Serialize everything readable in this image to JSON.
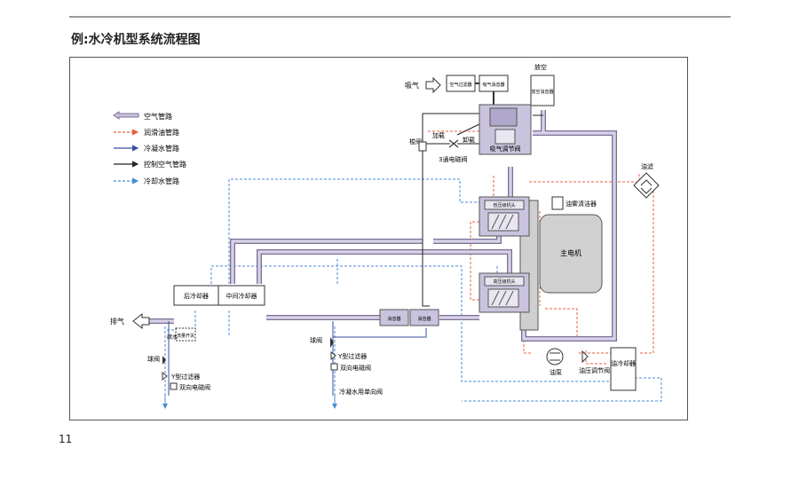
{
  "page": {
    "title": "例:水冷机型系统流程图",
    "number": "11"
  },
  "legend": [
    {
      "key": "air",
      "label": "空气管路"
    },
    {
      "key": "lube",
      "label": "润滑油管路"
    },
    {
      "key": "condensate",
      "label": "冷凝水管路"
    },
    {
      "key": "control",
      "label": "控制空气管路"
    },
    {
      "key": "cooling",
      "label": "冷却水管路"
    }
  ],
  "labels": {
    "intake": "吸气",
    "intake_filter": "空气过滤器",
    "intake_silencer": "吸气消音器",
    "vent": "放空",
    "vent_silencer": "放空消音器",
    "shuttle_valve": "梭阀",
    "load": "加载",
    "unload": "卸载",
    "three_way_valve": "3通电磁阀",
    "intake_regulator": "吸气调节阀",
    "oil_mist_filter": "油雾清洁器",
    "oil_filter": "油滤",
    "main_motor": "主电机",
    "aftercooler": "后冷却器",
    "intercooler": "中间冷却器",
    "exhaust": "排气",
    "drain_trap": "疏水",
    "flow_switch": "流量开关",
    "ball_valve_left": "球阀",
    "y_strainer_left": "Y型过滤器",
    "solenoid_left": "双向电磁阀",
    "ball_valve_mid": "球阀",
    "y_strainer_mid": "Y型过滤器",
    "solenoid_mid": "双向电磁阀",
    "check_valve_mid": "冷凝水用单向阀",
    "oil_pump": "油泵",
    "oil_pressure_regulator": "油压调节阀",
    "oil_cooler": "油冷却器",
    "stage1_airend": "低压级机头",
    "stage2_airend": "高压级机头",
    "silencer_a": "消音器",
    "silencer_b": "消音器"
  },
  "colors": {
    "air": "#7b6f96",
    "air_fill": "#c9c3dd",
    "lube": "#e8603c",
    "condensate": "#3a4fa0",
    "control": "#222222",
    "cooling": "#4a8bd6",
    "box": "#333333"
  }
}
